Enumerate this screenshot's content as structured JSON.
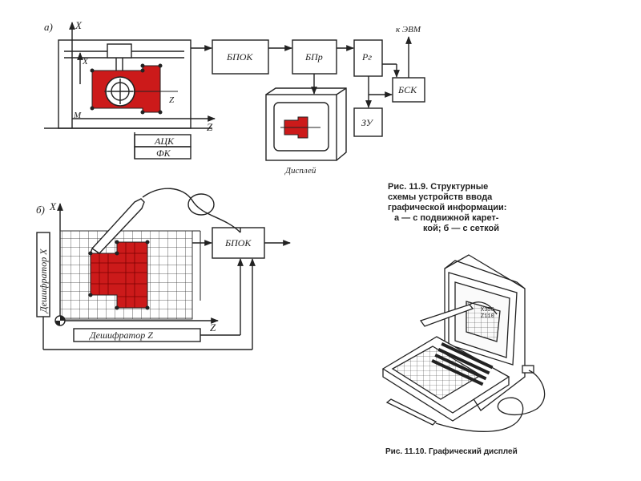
{
  "colors": {
    "ink": "#222222",
    "red": "#cc1a1a",
    "paper": "#ffffff"
  },
  "diagram_a": {
    "label": "а)",
    "axis_x": "X",
    "axis_z": "Z",
    "axis_x_inner": "X",
    "axis_z_inner": "Z",
    "origin": "M",
    "blocks": {
      "bpok": "БПОК",
      "bpr": "БПр",
      "rg": "Рг",
      "bsk": "БСК",
      "zu": "ЗУ",
      "atsk": "АЦК",
      "fk": "ФК"
    },
    "to_computer": "к ЭВМ",
    "display_label": "Дисплей"
  },
  "diagram_b": {
    "label": "б)",
    "axis_x": "X",
    "axis_z": "Z",
    "decoder_x": "Дешифратор X",
    "decoder_z": "Дешифратор Z",
    "bpok": "БПОК"
  },
  "caption_119": {
    "line1": "Рис.   11.9.   Структурные",
    "line2": "схемы  устройств  ввода",
    "line3": "графической информации:",
    "line4": "а — с подвижной карет-",
    "line5": "кой; б — с сеткой"
  },
  "caption_1110": "Рис. 11.10. Графический дисплей",
  "terminal_screen_text": {
    "l1": "Х350",
    "l2": "Z110"
  }
}
